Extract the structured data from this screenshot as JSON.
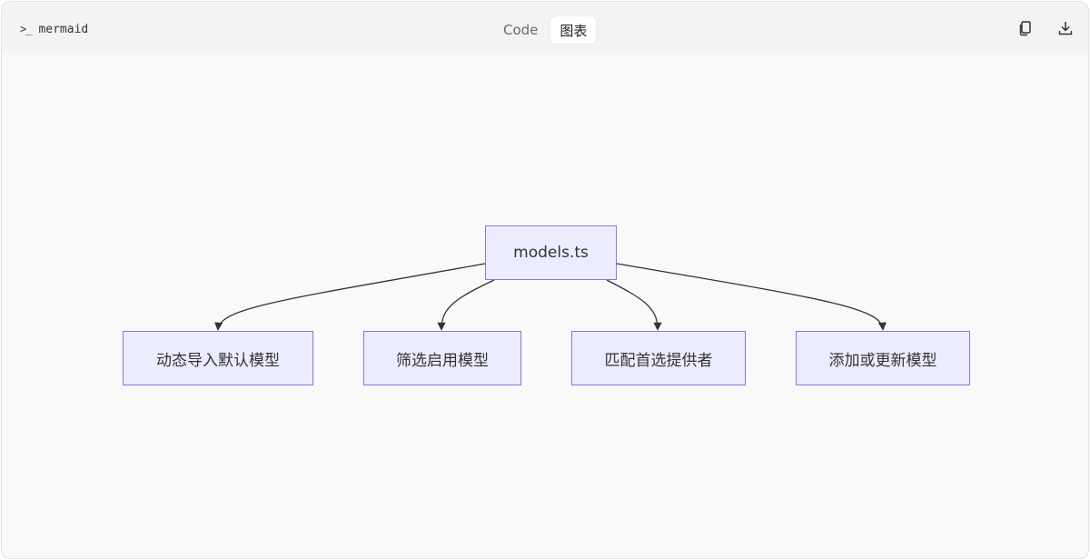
{
  "toolbar": {
    "language_label": "mermaid",
    "tabs": [
      {
        "label": "Code",
        "active": false
      },
      {
        "label": "图表",
        "active": true
      }
    ],
    "icons": {
      "prompt": "terminal-prompt-icon",
      "copy": "copy-icon",
      "download": "download-icon"
    }
  },
  "diagram": {
    "type": "flowchart",
    "direction": "TD",
    "root": {
      "id": "A",
      "label": "models.ts"
    },
    "children": [
      {
        "id": "B",
        "label": "动态导入默认模型"
      },
      {
        "id": "C",
        "label": "筛选启用模型"
      },
      {
        "id": "D",
        "label": "匹配首选提供者"
      },
      {
        "id": "E",
        "label": "添加或更新模型"
      }
    ],
    "edges": [
      {
        "from": "A",
        "to": "B"
      },
      {
        "from": "A",
        "to": "C"
      },
      {
        "from": "A",
        "to": "D"
      },
      {
        "from": "A",
        "to": "E"
      }
    ],
    "colors": {
      "node_fill": "#ececff",
      "node_border": "#9370db",
      "edge": "#333333",
      "background": "#f9f9f9",
      "toolbar": "#f3f3f3"
    }
  }
}
